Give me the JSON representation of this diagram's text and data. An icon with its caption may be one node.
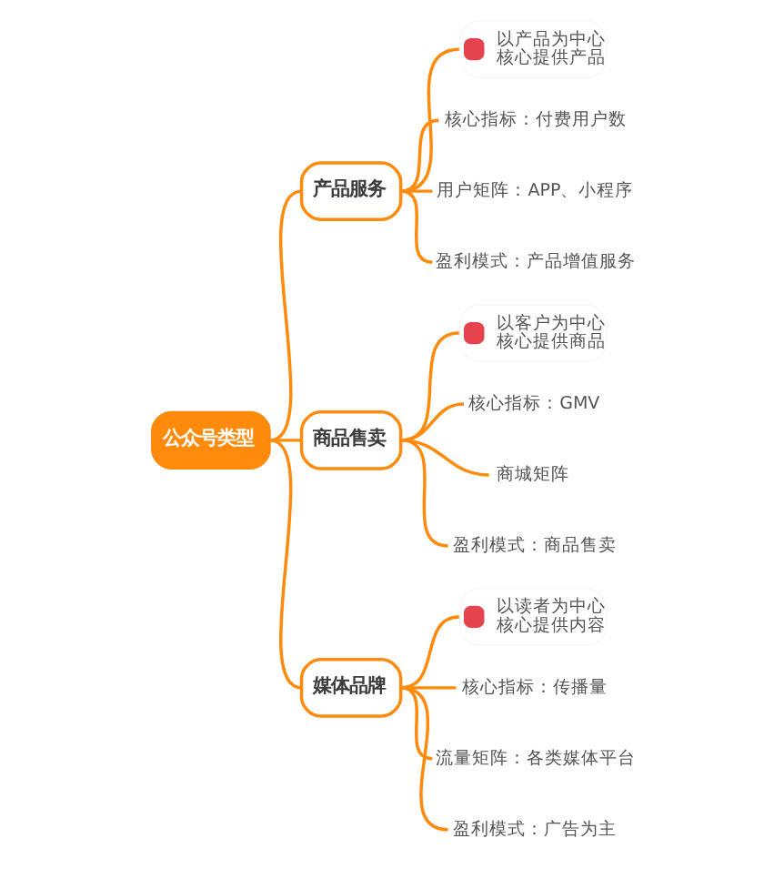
{
  "diagram": {
    "nodes": [
      {
        "text": [
          "公众号类型"
        ]
      },
      {
        "text": [
          "产品服务"
        ]
      },
      {
        "text": [
          "以产品为中心",
          "核心提供产品"
        ]
      },
      {
        "text": [
          "核心指标：付费用户数"
        ]
      },
      {
        "text": [
          "用户矩阵：APP、小程序"
        ]
      },
      {
        "text": [
          "盈利模式：产品增值服务"
        ]
      },
      {
        "text": [
          "商品售卖"
        ]
      },
      {
        "text": [
          "以客户为中心",
          "核心提供商品"
        ]
      },
      {
        "text": [
          "核心指标：GMV"
        ]
      },
      {
        "text": [
          "商城矩阵"
        ]
      },
      {
        "text": [
          "盈利模式：商品售卖"
        ]
      },
      {
        "text": [
          "媒体品牌"
        ]
      },
      {
        "text": [
          "以读者为中心",
          "核心提供内容"
        ]
      },
      {
        "text": [
          "核心指标：传播量"
        ]
      },
      {
        "text": [
          "流量矩阵：各类媒体平台"
        ]
      },
      {
        "text": [
          "盈利模式：广告为主"
        ]
      }
    ],
    "edges": [
      {
        "from": 0,
        "to": 1,
        "arrow": "none"
      },
      {
        "from": 0,
        "to": 6,
        "arrow": "none"
      },
      {
        "from": 0,
        "to": 11,
        "arrow": "none"
      },
      {
        "from": 1,
        "to": 2,
        "arrow": "none"
      },
      {
        "from": 1,
        "to": 3,
        "arrow": "none"
      },
      {
        "from": 1,
        "to": 4,
        "arrow": "none"
      },
      {
        "from": 1,
        "to": 5,
        "arrow": "none"
      },
      {
        "from": 6,
        "to": 7,
        "arrow": "none"
      },
      {
        "from": 6,
        "to": 8,
        "arrow": "none"
      },
      {
        "from": 6,
        "to": 9,
        "arrow": "none"
      },
      {
        "from": 6,
        "to": 10,
        "arrow": "none"
      },
      {
        "from": 11,
        "to": 12,
        "arrow": "none"
      },
      {
        "from": 11,
        "to": 13,
        "arrow": "none"
      },
      {
        "from": 11,
        "to": 14,
        "arrow": "none"
      },
      {
        "from": 11,
        "to": 15,
        "arrow": "none"
      }
    ]
  }
}
